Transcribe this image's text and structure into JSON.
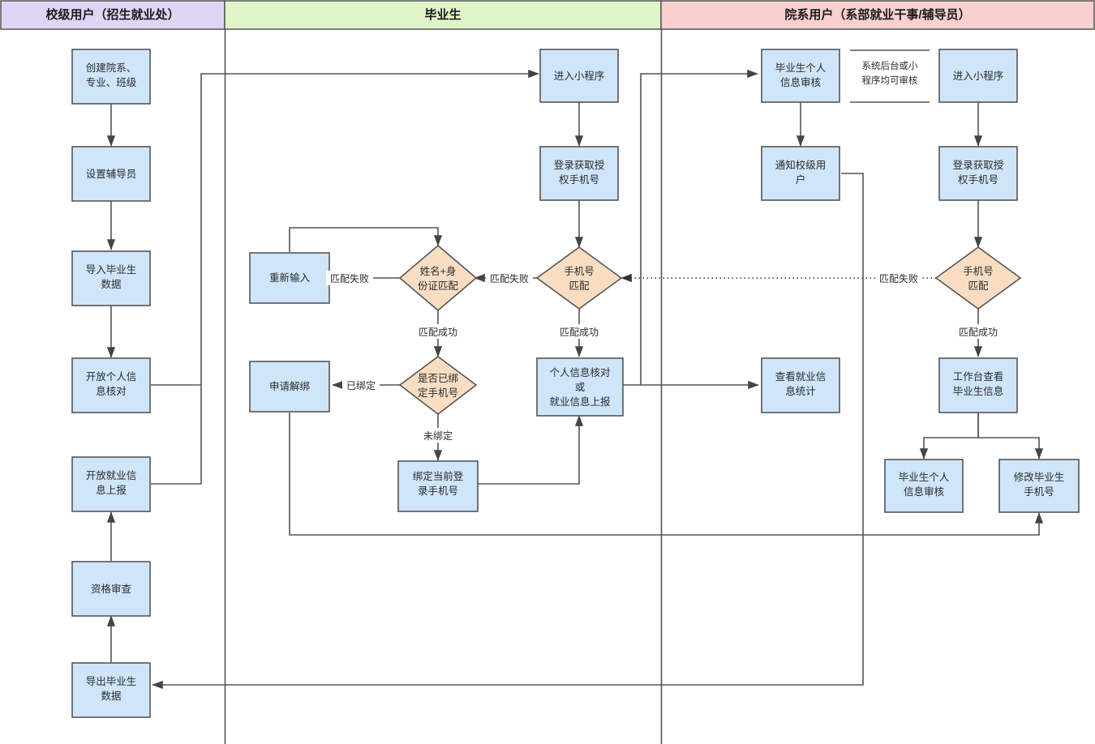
{
  "diagram": {
    "title_lanes": [
      {
        "id": "lane-school",
        "label": "校级用户（招生就业处）",
        "color": "#e1d5f5"
      },
      {
        "id": "lane-graduate",
        "label": "毕业生",
        "color": "#dff5c8"
      },
      {
        "id": "lane-dept",
        "label": "院系用户（系部就业干事/辅导员）",
        "color": "#f9cfcf"
      }
    ],
    "colors": {
      "process_fill": "#cfe5fa",
      "decision_fill": "#f9ddc2",
      "stroke": "#555555",
      "lane_school": "#e1d5f5",
      "lane_graduate": "#dff5c8",
      "lane_dept": "#f9cfcf"
    },
    "nodes": {
      "create_org": {
        "lines": [
          "创建院系、",
          "专业、班级"
        ],
        "type": "process"
      },
      "set_counselor": {
        "lines": [
          "设置辅导员"
        ],
        "type": "process"
      },
      "import_grad": {
        "lines": [
          "导入毕业生",
          "数据"
        ],
        "type": "process"
      },
      "open_personal_check": {
        "lines": [
          "开放个人信",
          "息核对"
        ],
        "type": "process"
      },
      "open_job_report": {
        "lines": [
          "开放就业信",
          "息上报"
        ],
        "type": "process"
      },
      "qualification_review": {
        "lines": [
          "资格审查"
        ],
        "type": "process"
      },
      "export_grad": {
        "lines": [
          "导出毕业生",
          "数据"
        ],
        "type": "process"
      },
      "enter_miniprog_mid": {
        "lines": [
          "进入小程序"
        ],
        "type": "process"
      },
      "login_phone_mid": {
        "lines": [
          "登录获取授",
          "权手机号"
        ],
        "type": "process"
      },
      "phone_match_mid": {
        "lines": [
          "手机号",
          "匹配"
        ],
        "type": "decision"
      },
      "name_id_match": {
        "lines": [
          "姓名+身",
          "份证匹配"
        ],
        "type": "decision"
      },
      "reenter": {
        "lines": [
          "重新输入"
        ],
        "type": "process"
      },
      "is_bound": {
        "lines": [
          "是否已绑",
          "定手机号"
        ],
        "type": "decision"
      },
      "apply_unbind": {
        "lines": [
          "申请解绑"
        ],
        "type": "process"
      },
      "bind_current_phone": {
        "lines": [
          "绑定当前登",
          "录手机号"
        ],
        "type": "process"
      },
      "personal_or_job": {
        "lines": [
          "个人信息核对",
          "或",
          "就业信息上报"
        ],
        "type": "process"
      },
      "grad_info_audit": {
        "lines": [
          "毕业生个人",
          "信息审核"
        ],
        "type": "process"
      },
      "notify_school": {
        "lines": [
          "通知校级用",
          "户"
        ],
        "type": "process"
      },
      "view_job_stats": {
        "lines": [
          "查看就业信",
          "息统计"
        ],
        "type": "process"
      },
      "enter_miniprog_right": {
        "lines": [
          "进入小程序"
        ],
        "type": "process"
      },
      "login_phone_right": {
        "lines": [
          "登录获取授",
          "权手机号"
        ],
        "type": "process"
      },
      "phone_match_right": {
        "lines": [
          "手机号",
          "匹配"
        ],
        "type": "decision"
      },
      "workbench_view": {
        "lines": [
          "工作台查看",
          "毕业生信息"
        ],
        "type": "process"
      },
      "grad_info_audit2": {
        "lines": [
          "毕业生个人",
          "信息审核"
        ],
        "type": "process"
      },
      "modify_grad_phone": {
        "lines": [
          "修改毕业生",
          "手机号"
        ],
        "type": "process"
      },
      "note_audit": {
        "lines": [
          "系统后台或小",
          "程序均可审核"
        ],
        "type": "note"
      }
    },
    "edge_labels": {
      "match_fail_1": "匹配失败",
      "match_fail_2": "匹配失败",
      "match_fail_3": "匹配失败",
      "match_success_1": "匹配成功",
      "match_success_2": "匹配成功",
      "match_success_3": "匹配成功",
      "bound": "已绑定",
      "unbound": "未绑定"
    }
  }
}
